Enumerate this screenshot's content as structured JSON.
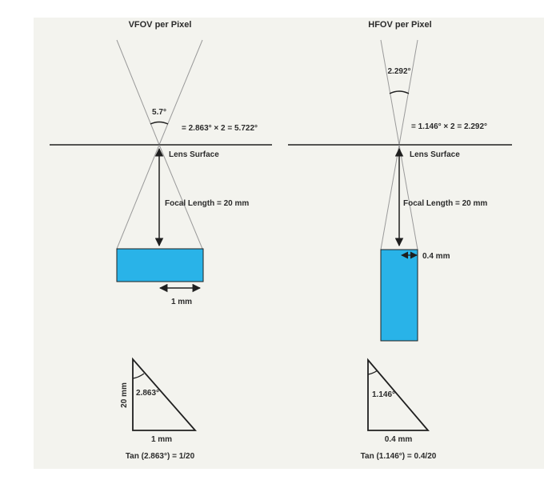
{
  "colors": {
    "background": "#ffffff",
    "panel": "#f3f3ee",
    "line": "#1f1f1f",
    "ray": "#9a9a9a",
    "sensor": "#29b3e8",
    "text": "#2b2b2b"
  },
  "vertical": {
    "title": "VFOV per Pixel",
    "angle_label": "5.7°",
    "equation": "= 2.863° × 2 = 5.722°",
    "surface_label": "Lens Surface",
    "focal_label": "Focal Length = 20 mm",
    "size_label": "1 mm",
    "tri_angle": "2.863°",
    "tri_height": "20 mm",
    "tri_base": "1 mm",
    "formula": "Tan (2.863°) = 1/20"
  },
  "horizontal": {
    "title": "HFOV per Pixel",
    "angle_label": "2.292°",
    "equation": "= 1.146° × 2 = 2.292°",
    "surface_label": "Lens Surface",
    "focal_label": "Focal Length = 20 mm",
    "size_label": "0.4 mm",
    "tri_angle": "1.146°",
    "tri_base": "0.4 mm",
    "formula": "Tan (1.146°) = 0.4/20"
  }
}
